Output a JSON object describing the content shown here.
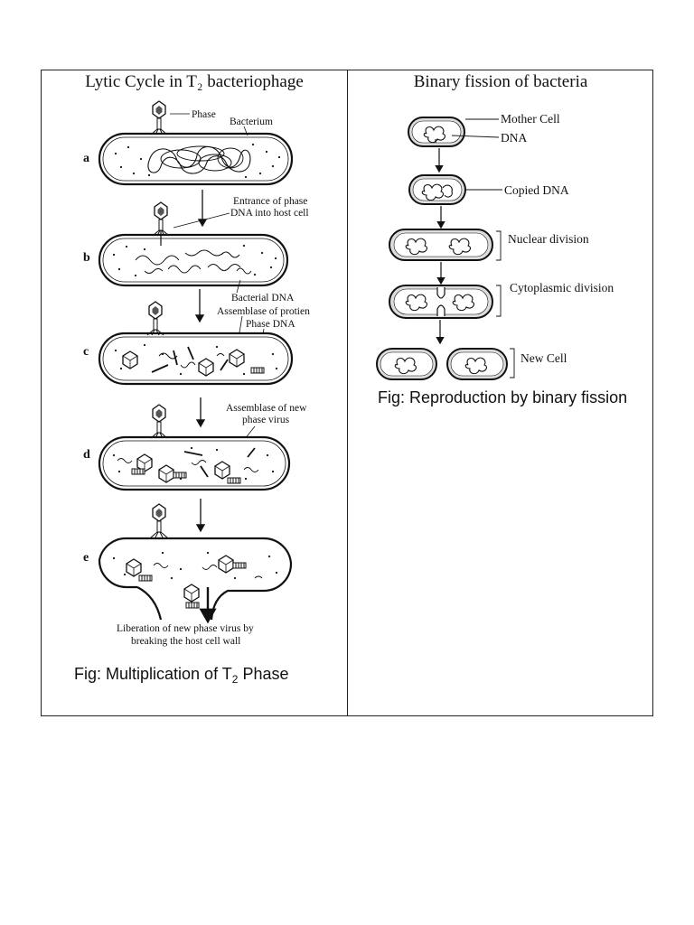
{
  "table": {
    "left_title": "Lytic Cycle in T₂ bacteriophage",
    "right_title": "Binary fission of bacteria"
  },
  "lytic": {
    "labels": {
      "phase": "Phase",
      "bacterium": "Bacterium",
      "entrance_1": "Entrance of phase",
      "entrance_2": "DNA into host cell",
      "bacterial_dna": "Bacterial DNA",
      "assemblase_protein": "Assemblase of protien",
      "phase_dna": "Phase DNA",
      "assemblase_virus_1": "Assemblase of new",
      "assemblase_virus_2": "phase virus",
      "liberation_1": "Liberation of new phase virus by",
      "liberation_2": "breaking the host cell wall"
    },
    "steps": [
      "a",
      "b",
      "c",
      "d",
      "e"
    ],
    "caption_prefix": "Fig: Multiplication of T",
    "caption_sub": "2",
    "caption_suffix": " Phase"
  },
  "fission": {
    "labels": {
      "mother_cell": "Mother Cell",
      "dna": "DNA",
      "copied_dna": "Copied DNA",
      "nuclear_division": "Nuclear division",
      "cytoplasmic_division": "Cytoplasmic division",
      "new_cell": "New Cell"
    },
    "caption": "Fig: Reproduction by binary fission"
  }
}
